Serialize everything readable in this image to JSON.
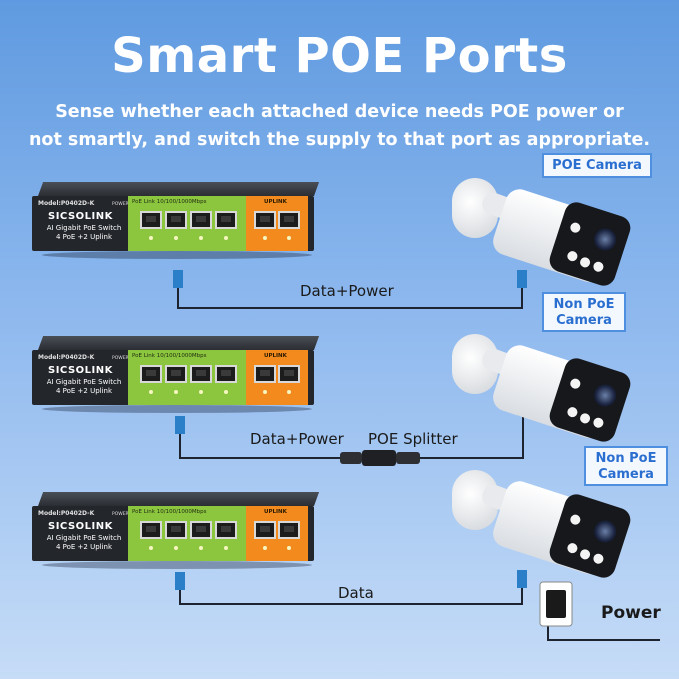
{
  "header": {
    "title": "Smart POE Ports",
    "subtitle_line1": "Sense whether each attached device needs POE power or",
    "subtitle_line2": "not smartly, and switch the supply to that port as appropriate."
  },
  "switch": {
    "model": "Model:P0402D-K",
    "brand": "SICSOLINK",
    "desc_line1": "AI Gigabit PoE Switch",
    "desc_line2": "4 PoE +2 Uplink",
    "power": "POWER",
    "poe_link": "PoE Link 10/100/1000Mbps",
    "uplink": "UPLINK"
  },
  "scenarios": {
    "one": {
      "camera_label": "POE Camera",
      "wire_label": "Data+Power"
    },
    "two": {
      "camera_label_line1": "Non PoE",
      "camera_label_line2": "Camera",
      "wire_label": "Data+Power",
      "splitter_label": "POE Splitter"
    },
    "three": {
      "camera_label_line1": "Non PoE",
      "camera_label_line2": "Camera",
      "wire_label": "Data",
      "power_label": "Power"
    }
  },
  "colors": {
    "accent": "#4f8fe0",
    "green_panel": "#8cc63f",
    "orange_panel": "#f28a1e",
    "cable": "#1d2430"
  }
}
